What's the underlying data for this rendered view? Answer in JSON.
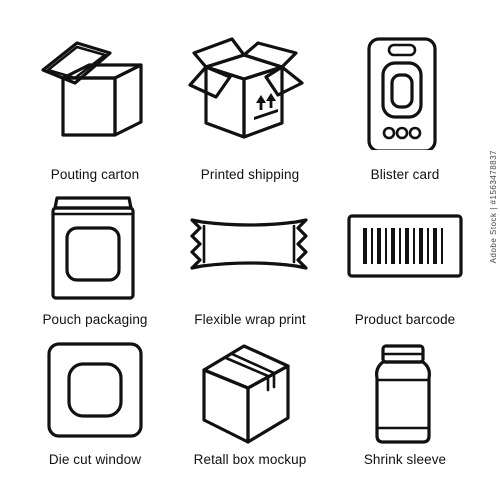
{
  "icons": [
    {
      "label": "Pouting carton",
      "icon": "open-lid-carton-icon"
    },
    {
      "label": "Printed shipping",
      "icon": "open-shipping-box-icon"
    },
    {
      "label": "Blister card",
      "icon": "blister-card-icon"
    },
    {
      "label": "Pouch packaging",
      "icon": "pouch-icon"
    },
    {
      "label": "Flexible wrap print",
      "icon": "flow-wrap-icon"
    },
    {
      "label": "Product barcode",
      "icon": "barcode-icon"
    },
    {
      "label": "Die cut window",
      "icon": "die-cut-window-icon"
    },
    {
      "label": "Retall box mockup",
      "icon": "closed-box-icon"
    },
    {
      "label": "Shrink sleeve",
      "icon": "jar-sleeve-icon"
    }
  ],
  "stock_id": "Adobe Stock | #1563478837",
  "colors": {
    "stroke": "#111111",
    "background": "#ffffff"
  }
}
